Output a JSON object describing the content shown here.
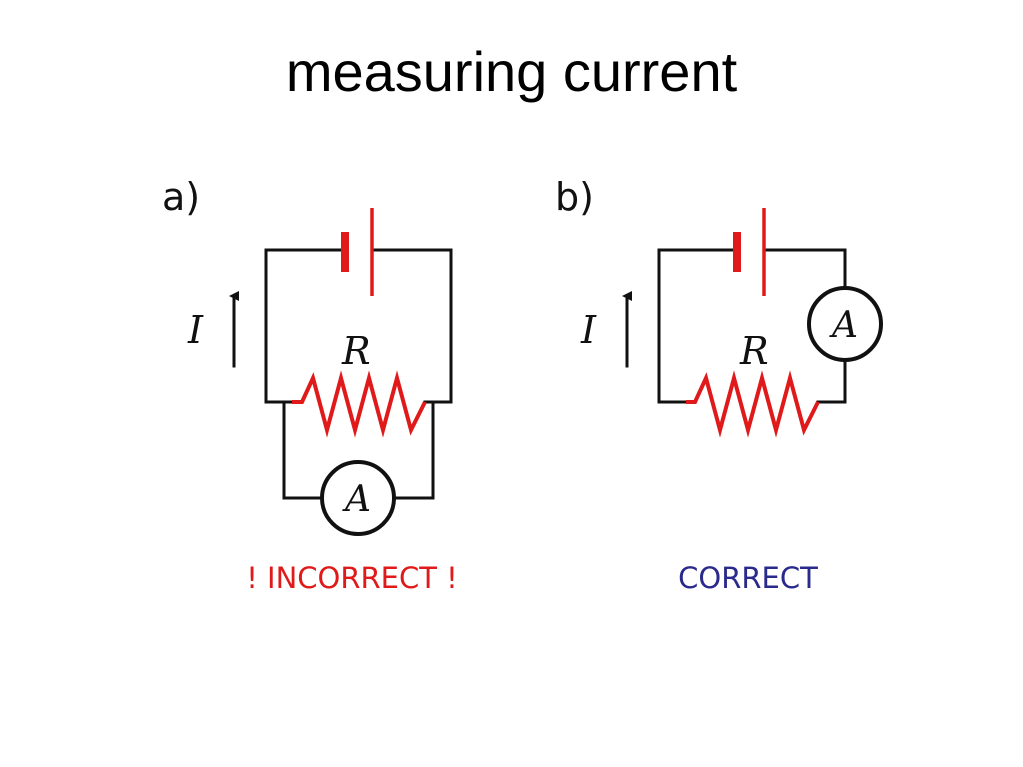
{
  "title": "measuring current",
  "colors": {
    "wire": "#111111",
    "component": "#e01a1a",
    "incorrect": "#e01a1a",
    "correct": "#2a2a8c"
  },
  "panels": [
    {
      "letter": "a)",
      "current_symbol": "I",
      "resistor_symbol": "R",
      "ammeter_symbol": "A",
      "ammeter_connection": "parallel",
      "verdict": "! INCORRECT !"
    },
    {
      "letter": "b)",
      "current_symbol": "I",
      "resistor_symbol": "R",
      "ammeter_symbol": "A",
      "ammeter_connection": "series",
      "verdict": "CORRECT"
    }
  ]
}
